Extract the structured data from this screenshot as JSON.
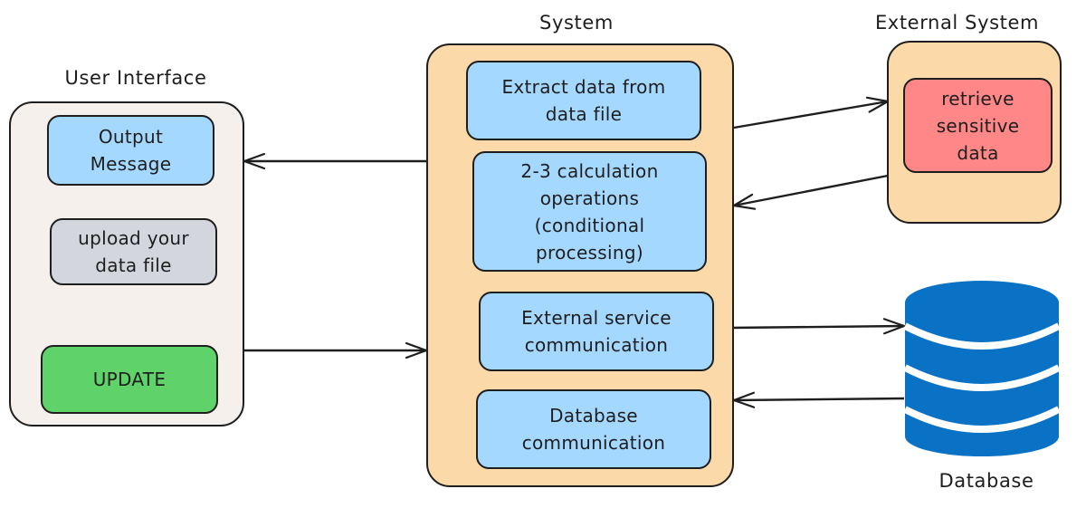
{
  "groups": {
    "user_interface": {
      "title": "User Interface",
      "fill": "#f6f0ec",
      "items": {
        "output_message": {
          "label": "Output\nMessage",
          "fill": "#a5d8ff"
        },
        "upload_file": {
          "label": "upload your\ndata file",
          "fill": "#d3d7dd"
        },
        "update": {
          "label": "UPDATE",
          "fill": "#5fd36a"
        }
      }
    },
    "system": {
      "title": "System",
      "fill": "#fcd9a8",
      "items": {
        "extract": {
          "label": "Extract data from\ndata file",
          "fill": "#a5d8ff"
        },
        "calc": {
          "label": "2-3 calculation\noperations\n(conditional\nprocessing)",
          "fill": "#a5d8ff"
        },
        "ext_service": {
          "label": "External service\ncommunication",
          "fill": "#a5d8ff"
        },
        "db_comm": {
          "label": "Database\ncommunication",
          "fill": "#a5d8ff"
        }
      }
    },
    "external_system": {
      "title": "External System",
      "fill": "#fcd9a8",
      "items": {
        "retrieve": {
          "label": "retrieve\nsensitive\ndata",
          "fill": "#ff8787"
        }
      }
    }
  },
  "database": {
    "label": "Database",
    "icon": "database-icon",
    "color": "#0a72c4"
  },
  "stroke_color": "#1e1e1e"
}
